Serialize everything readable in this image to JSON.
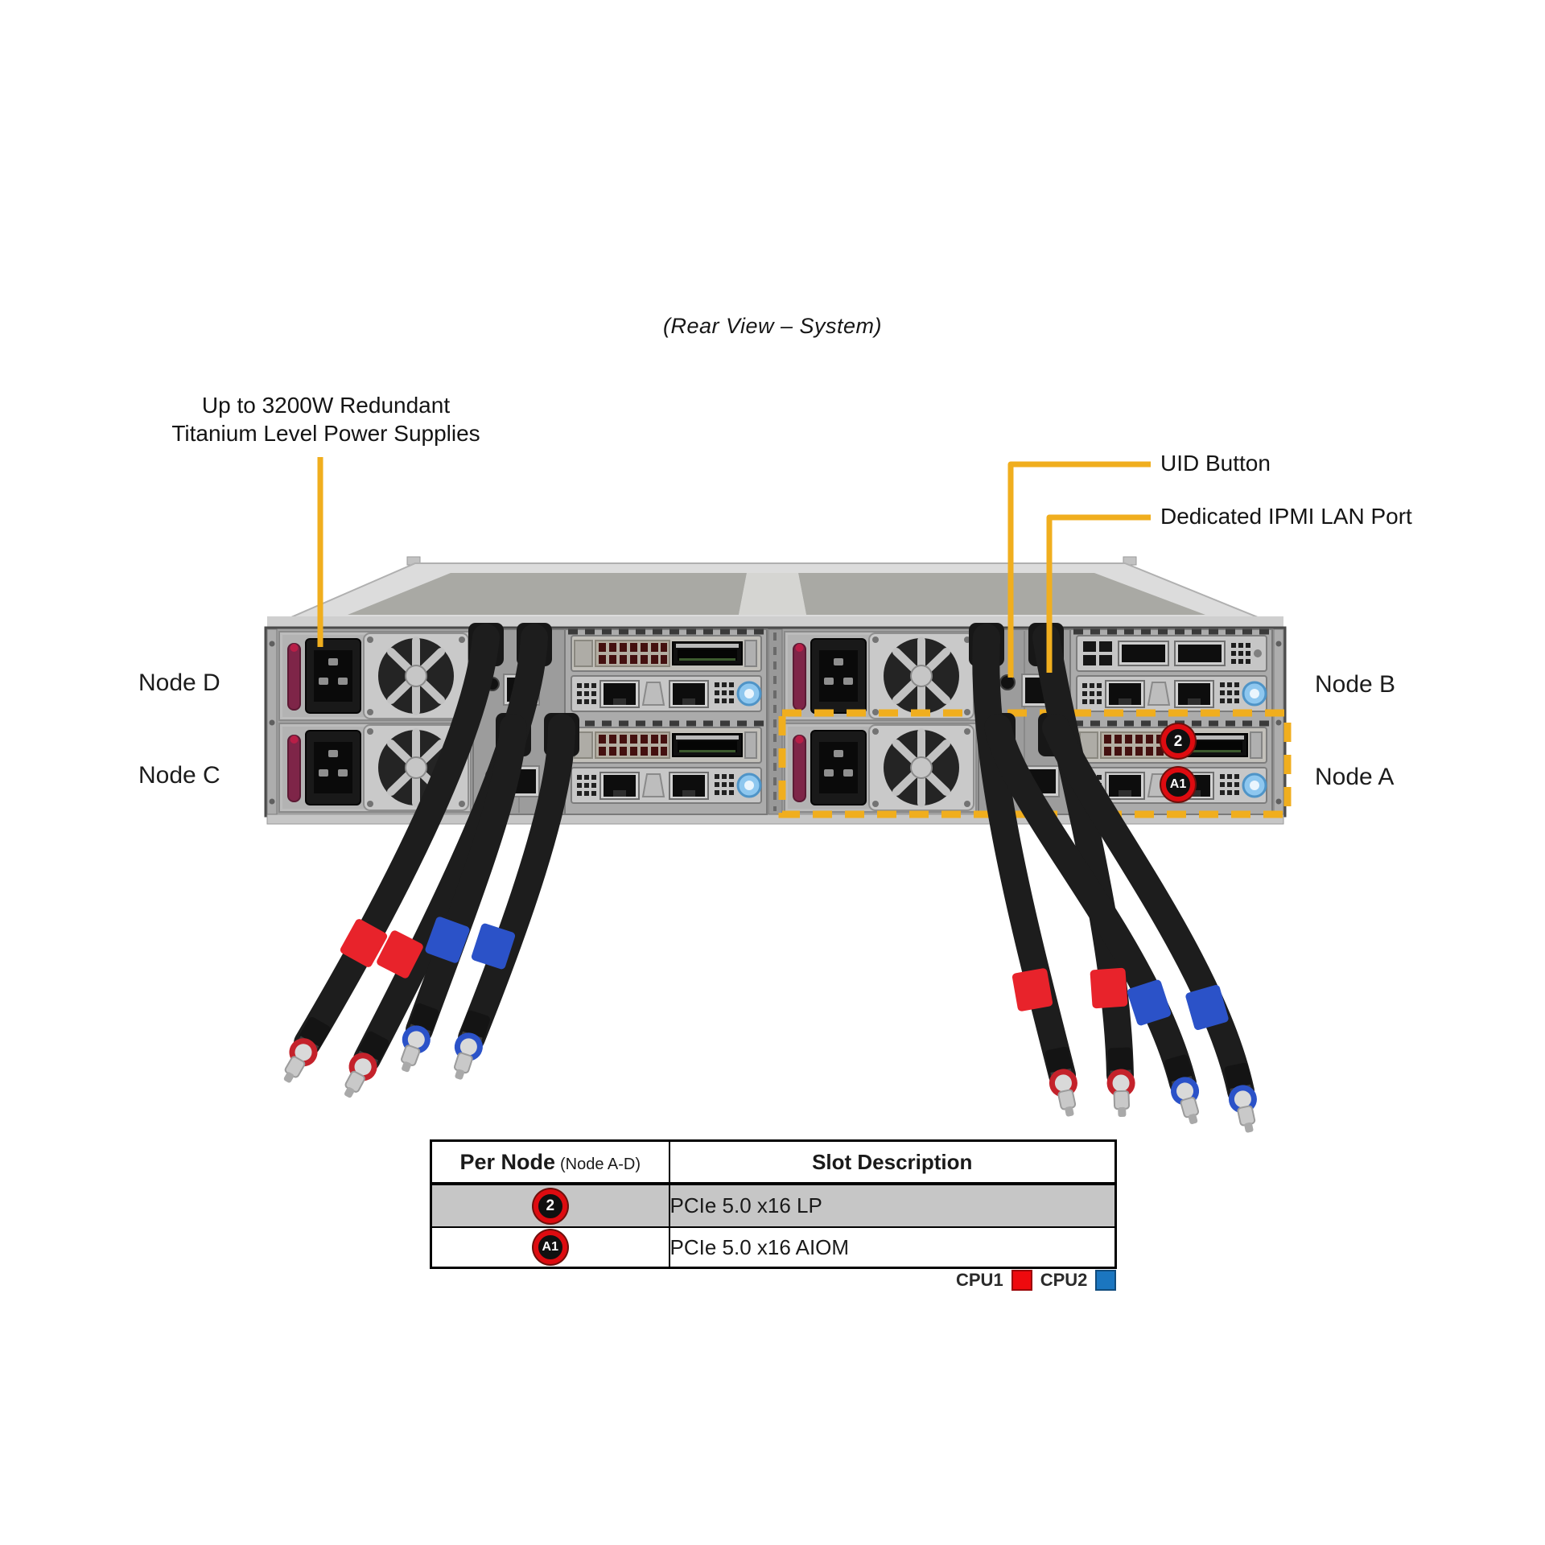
{
  "title": "(Rear View – System)",
  "callouts": {
    "psu_line1": "Up to 3200W Redundant",
    "psu_line2": "Titanium Level Power Supplies",
    "uid": "UID Button",
    "ipmi": "Dedicated IPMI LAN Port"
  },
  "nodes": {
    "top_left": "Node D",
    "bottom_left": "Node C",
    "top_right": "Node B",
    "bottom_right": "Node A"
  },
  "chassis_badges": {
    "slot2": "2",
    "aiom": "A1"
  },
  "table": {
    "header": {
      "col1_main": "Per Node",
      "col1_suffix": "(Node A-D)",
      "col2": "Slot Description"
    },
    "rows": [
      {
        "badge": "2",
        "description": "PCIe 5.0 x16 LP"
      },
      {
        "badge": "A1",
        "description": "PCIe 5.0 x16 AIOM"
      }
    ]
  },
  "legend": {
    "cpu1_label": "CPU1",
    "cpu1_color": "#ee0a0e",
    "cpu2_label": "CPU2",
    "cpu2_color": "#1b76c0"
  },
  "colors": {
    "callout": "#f0ae1e",
    "row_highlight": "#c6c6c6",
    "badge_ring": "#de0b10"
  }
}
